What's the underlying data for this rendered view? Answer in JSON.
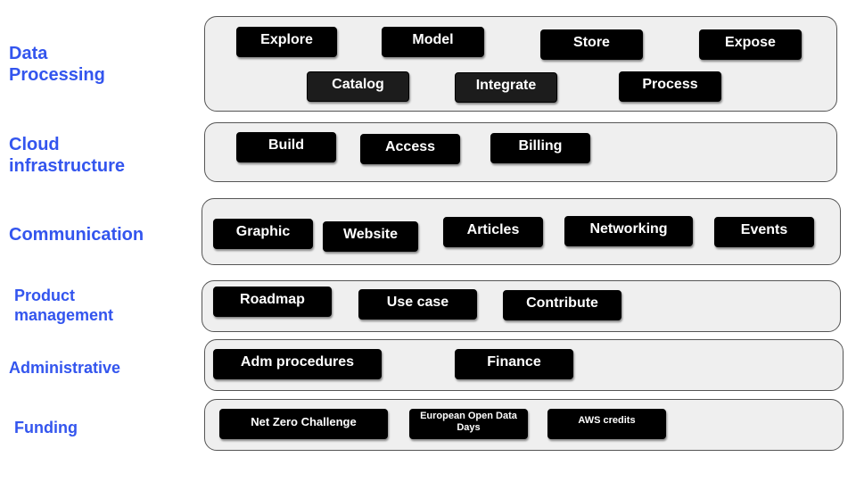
{
  "rows": [
    {
      "label_lines": [
        "Data",
        "Processing"
      ],
      "items": [
        "Explore",
        "Model",
        "Store",
        "Expose",
        "Catalog",
        "Integrate",
        "Process"
      ]
    },
    {
      "label_lines": [
        "Cloud",
        "infrastructure"
      ],
      "items": [
        "Build",
        "Access",
        "Billing"
      ]
    },
    {
      "label_lines": [
        "Communication"
      ],
      "items": [
        "Graphic",
        "Website",
        "Articles",
        "Networking",
        "Events"
      ]
    },
    {
      "label_lines": [
        "Product",
        "management"
      ],
      "items": [
        "Roadmap",
        "Use case",
        "Contribute"
      ]
    },
    {
      "label_lines": [
        "Administrative"
      ],
      "items": [
        "Adm procedures",
        "Finance"
      ]
    },
    {
      "label_lines": [
        "Funding"
      ],
      "items": [
        "Net Zero Challenge",
        "European Open Data Days",
        "AWS credits"
      ]
    }
  ]
}
